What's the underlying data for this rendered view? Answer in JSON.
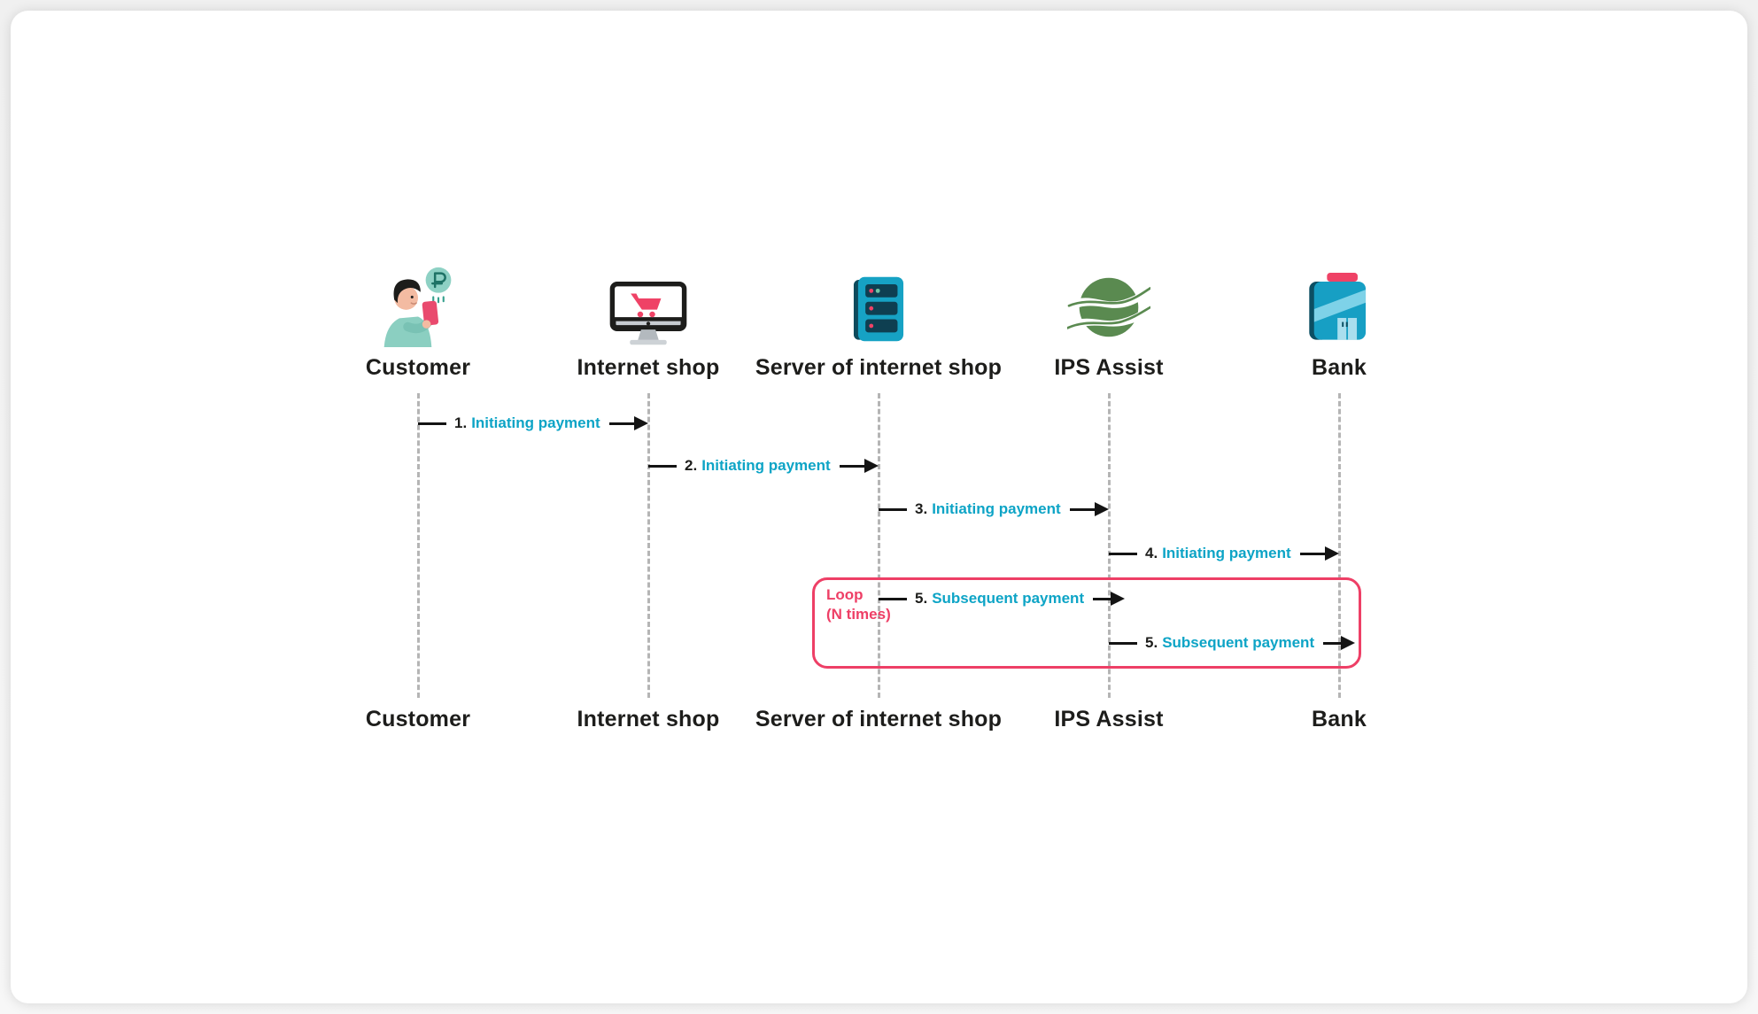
{
  "actors": [
    {
      "label": "Customer",
      "icon": "customer-icon"
    },
    {
      "label": "Internet shop",
      "icon": "shop-monitor-icon"
    },
    {
      "label": "Server of internet shop",
      "icon": "server-icon"
    },
    {
      "label": "IPS Assist",
      "icon": "ips-assist-logo-icon"
    },
    {
      "label": "Bank",
      "icon": "bank-card-icon"
    }
  ],
  "messages": [
    {
      "number": "1.",
      "label": "Initiating payment",
      "from": "Customer",
      "to": "Internet shop"
    },
    {
      "number": "2.",
      "label": "Initiating payment",
      "from": "Internet shop",
      "to": "Server of internet shop"
    },
    {
      "number": "3.",
      "label": "Initiating payment",
      "from": "Server of internet shop",
      "to": "IPS Assist"
    },
    {
      "number": "4.",
      "label": "Initiating payment",
      "from": "IPS Assist",
      "to": "Bank"
    },
    {
      "number": "5.",
      "label": "Subsequent payment",
      "from": "Server of internet shop",
      "to": "IPS Assist",
      "in_loop": true
    },
    {
      "number": "5.",
      "label": "Subsequent payment",
      "from": "IPS Assist",
      "to": "Bank",
      "in_loop": true
    }
  ],
  "loop": {
    "line1": "Loop",
    "line2": "(N times)"
  },
  "colors": {
    "message_label": "#0da4c6",
    "loop_accent": "#ee3f66",
    "actor_label": "#1d1d1b",
    "lifeline": "#b5b5b5",
    "arrow": "#141414",
    "icon_teal": "#16a2c4",
    "icon_dark_teal": "#0e4a5c",
    "icon_pink": "#ef4266",
    "icon_mint": "#8bcfc1",
    "logo_green": "#5a8a50"
  }
}
